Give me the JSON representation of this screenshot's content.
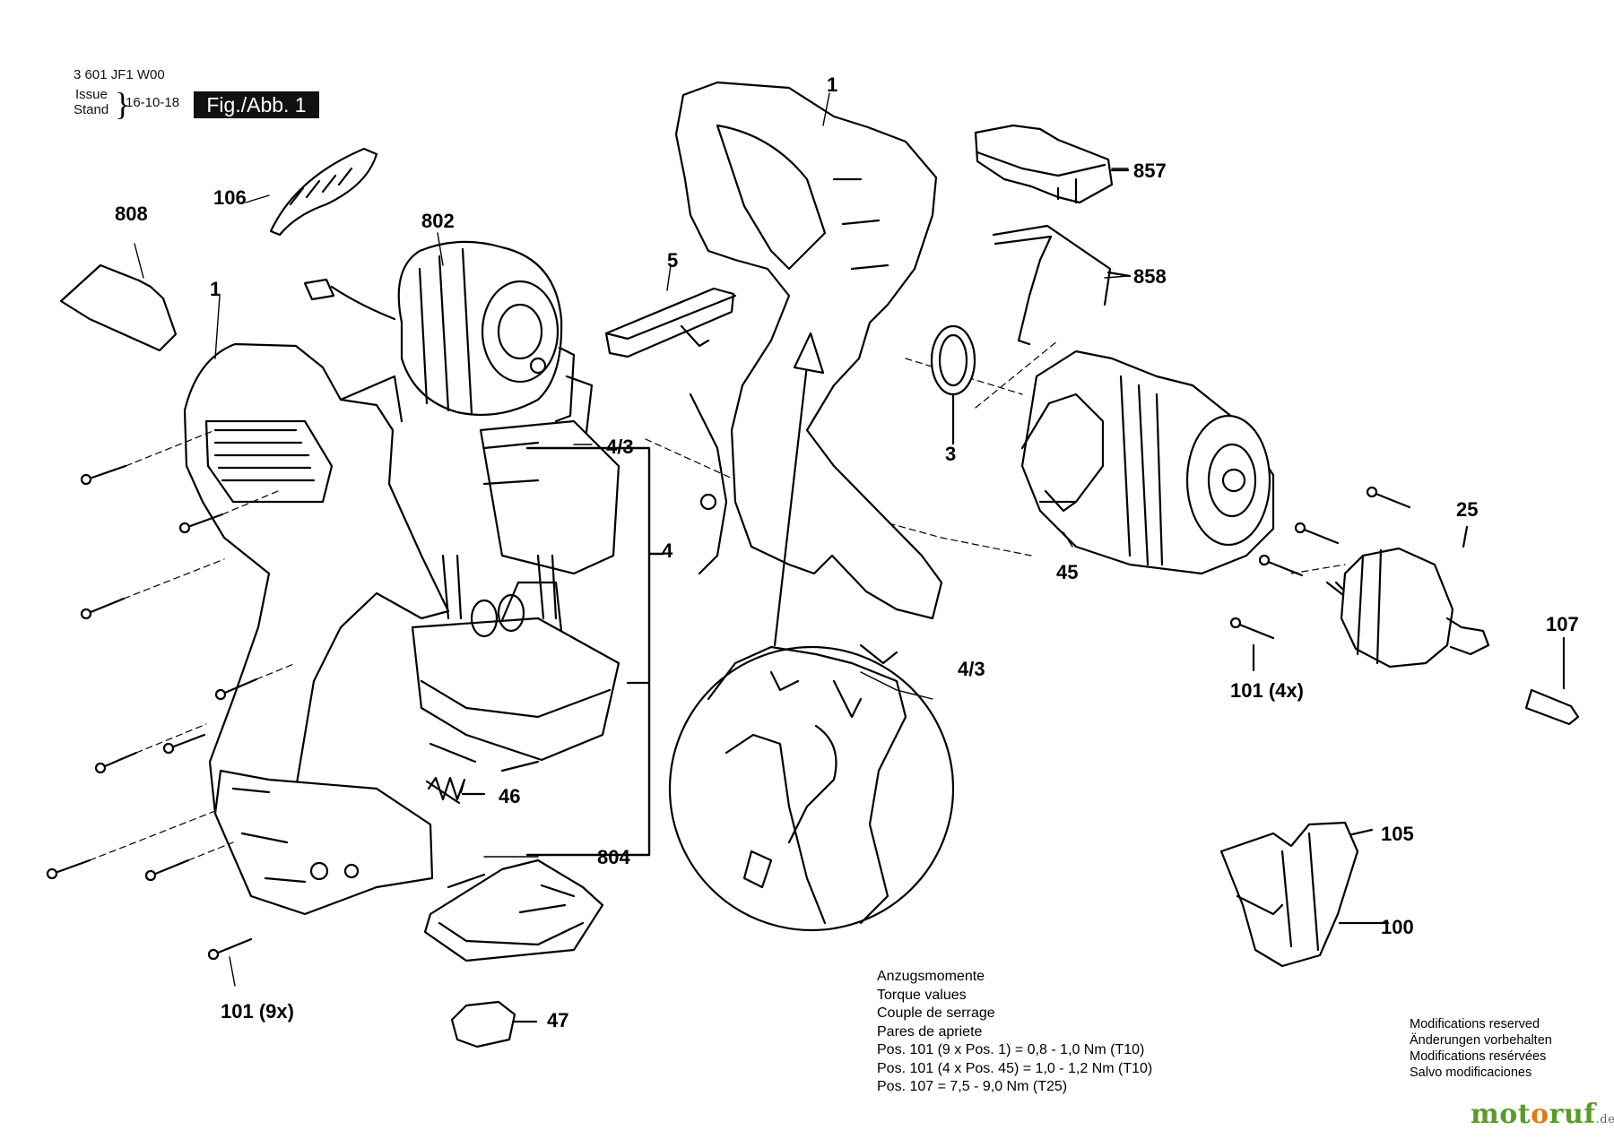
{
  "header": {
    "drawing_number": "3 601 JF1 W00",
    "issue_label": "Issue",
    "stand_label": "Stand",
    "date": "16-10-18",
    "figure_label": "Fig./Abb. 1"
  },
  "callouts": [
    {
      "id": "808",
      "text": "808"
    },
    {
      "id": "106",
      "text": "106"
    },
    {
      "id": "802",
      "text": "802"
    },
    {
      "id": "1-left",
      "text": "1"
    },
    {
      "id": "1-top",
      "text": "1"
    },
    {
      "id": "5",
      "text": "5"
    },
    {
      "id": "857",
      "text": "857"
    },
    {
      "id": "858",
      "text": "858"
    },
    {
      "id": "3",
      "text": "3"
    },
    {
      "id": "4-3-upper",
      "text": "4/3"
    },
    {
      "id": "4",
      "text": "4"
    },
    {
      "id": "25",
      "text": "25"
    },
    {
      "id": "45",
      "text": "45"
    },
    {
      "id": "107",
      "text": "107"
    },
    {
      "id": "101-4x",
      "text": "101 (4x)"
    },
    {
      "id": "4-3-detail",
      "text": "4/3"
    },
    {
      "id": "46",
      "text": "46"
    },
    {
      "id": "804",
      "text": "804"
    },
    {
      "id": "105",
      "text": "105"
    },
    {
      "id": "100",
      "text": "100"
    },
    {
      "id": "101-9x",
      "text": "101 (9x)"
    },
    {
      "id": "47",
      "text": "47"
    }
  ],
  "torque": {
    "lines": [
      "Anzugsmomente",
      "Torque values",
      "Couple de serrage",
      "Pares de apriete",
      "Pos. 101 (9 x Pos. 1)   = 0,8 - 1,0 Nm (T10)",
      "Pos. 101 (4 x Pos. 45) = 1,0 - 1,2 Nm (T10)",
      "Pos. 107  =  7,5 - 9,0 Nm (T25)"
    ]
  },
  "modifications": {
    "lines": [
      "Modifications reserved",
      "Änderungen vorbehalten",
      "Modifications resérvées",
      "Salvo modificaciones"
    ]
  },
  "watermark": {
    "part1": "mot",
    "part2": "o",
    "part3": "ruf",
    "suffix": ".de"
  }
}
